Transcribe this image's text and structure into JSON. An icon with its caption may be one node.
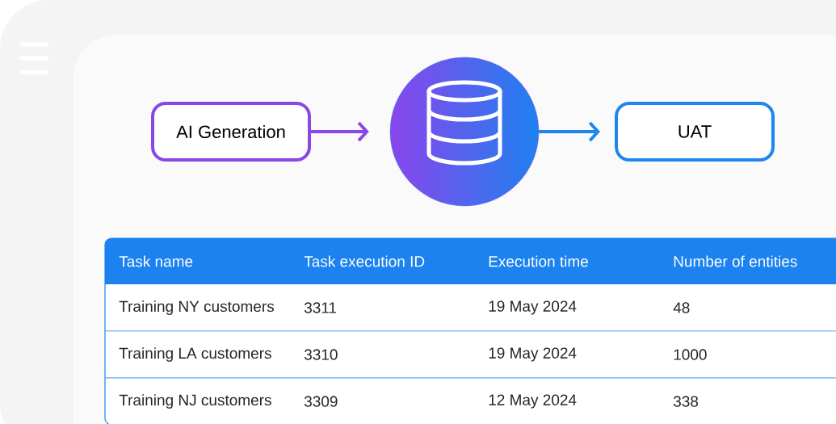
{
  "diagram": {
    "nodes": [
      {
        "text": [
          "AI Generation"
        ]
      },
      {
        "text": [],
        "shape": "circle"
      },
      {
        "text": [
          "UAT"
        ]
      }
    ],
    "edges": [
      {
        "from": 0,
        "to": 1,
        "arrow": "to",
        "color": "#8b47e6"
      },
      {
        "from": 1,
        "to": 2,
        "arrow": "to",
        "color": "#1f85f0"
      }
    ],
    "labels": [
      "Task name",
      "Task execution ID",
      "Execution time",
      "Number of entities",
      "Training NY customers",
      "3311",
      "19 May 2024",
      "48",
      "Training LA customers",
      "3310",
      "19 May 2024",
      "1000",
      "Training NJ customers",
      "3309",
      "12 May 2024",
      "338"
    ]
  }
}
